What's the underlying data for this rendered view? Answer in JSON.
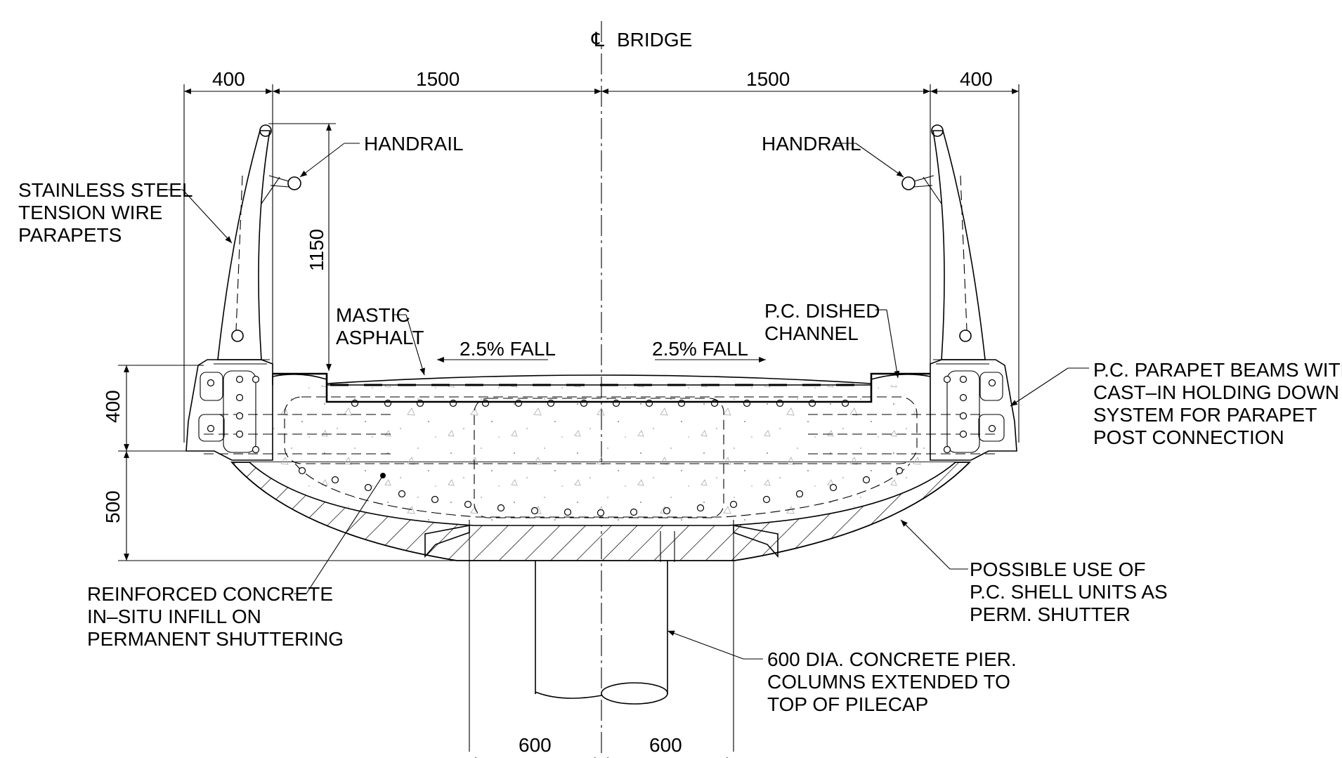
{
  "centerline": {
    "symbol": "℄",
    "label": "BRIDGE"
  },
  "dimensions": {
    "top_left_outer": "400",
    "top_left_inner": "1500",
    "top_right_inner": "1500",
    "top_right_outer": "400",
    "parapet_height": "1150",
    "beam_depth": "400",
    "shell_depth": "500",
    "bottom_left": "600",
    "bottom_right": "600"
  },
  "falls": {
    "left": "2.5% FALL",
    "right": "2.5% FALL"
  },
  "labels": {
    "handrail_left": "HANDRAIL",
    "handrail_right": "HANDRAIL",
    "parapets": [
      "STAINLESS STEEL",
      "TENSION WIRE",
      "PARAPETS"
    ],
    "asphalt": [
      "MASTIC",
      "ASPHALT"
    ],
    "channel": [
      "P.C. DISHED",
      "CHANNEL"
    ],
    "parapet_beams": [
      "P.C. PARAPET BEAMS WITH",
      "CAST–IN HOLDING DOWN",
      "SYSTEM FOR PARAPET",
      "POST CONNECTION"
    ],
    "infill": [
      "REINFORCED CONCRETE",
      "IN–SITU INFILL ON",
      "PERMANENT SHUTTERING"
    ],
    "shell": [
      "POSSIBLE USE OF",
      "P.C. SHELL UNITS AS",
      "PERM. SHUTTER"
    ],
    "pier": [
      "600 DIA. CONCRETE PIER.",
      "COLUMNS EXTENDED TO",
      "TOP OF PILECAP"
    ]
  }
}
